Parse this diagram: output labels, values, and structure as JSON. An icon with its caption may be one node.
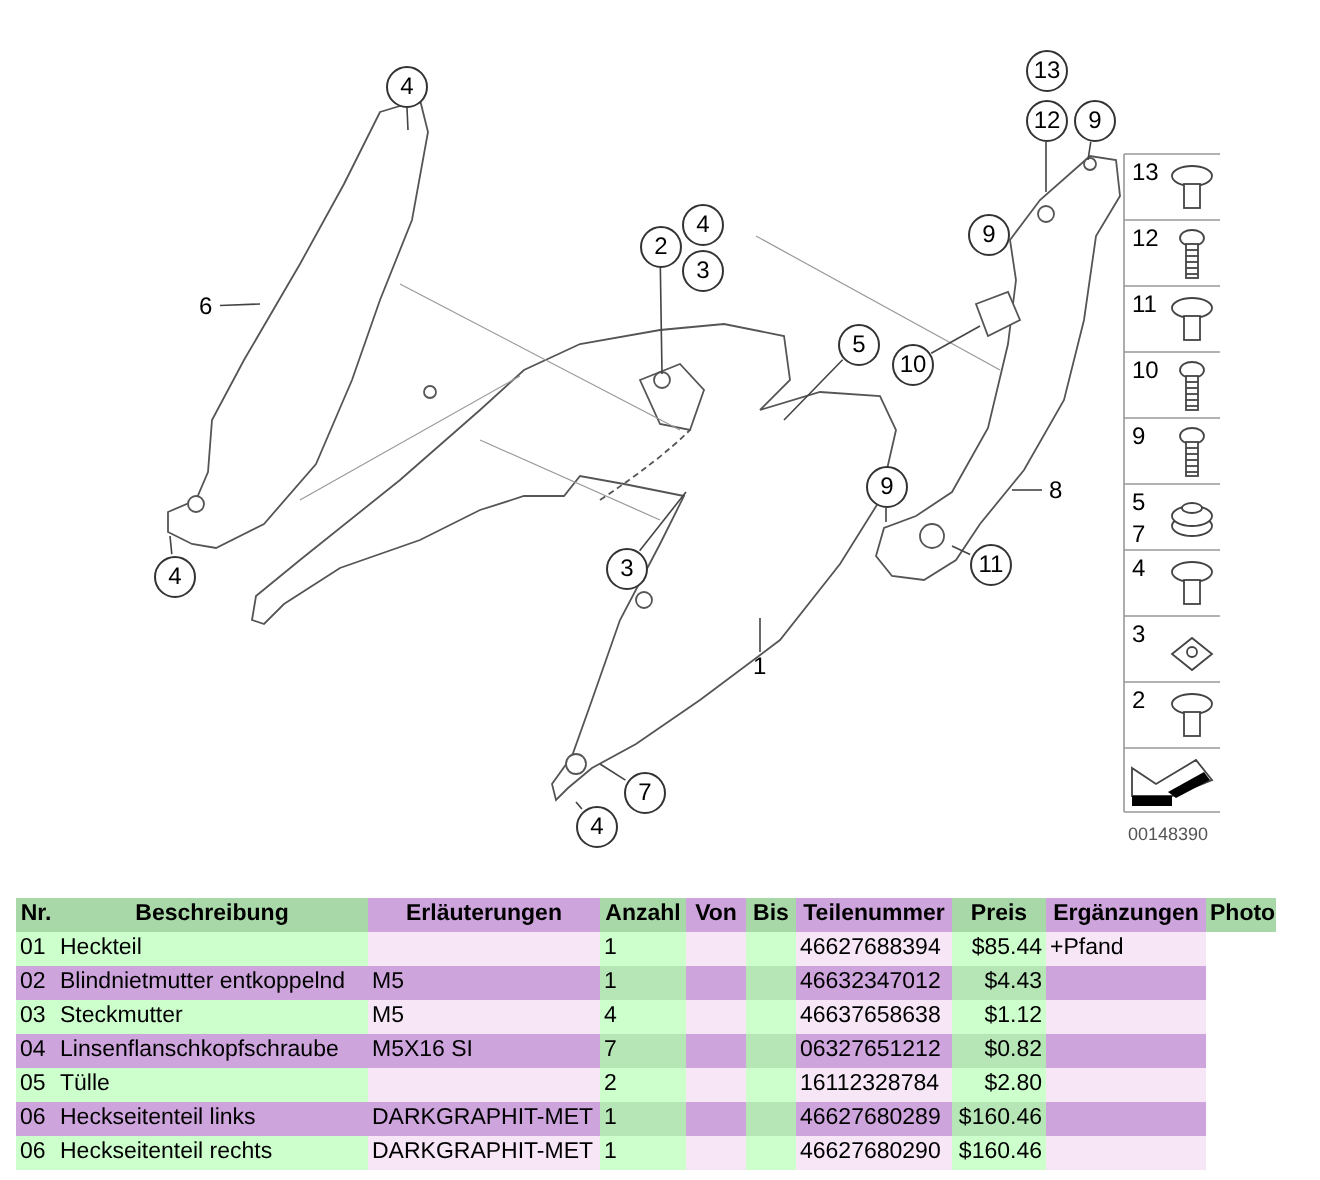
{
  "diagram": {
    "nodes": [
      {
        "text": [
          "4"
        ]
      },
      {
        "text": [
          "13"
        ]
      },
      {
        "text": [
          "12"
        ]
      },
      {
        "text": [
          "9"
        ]
      },
      {
        "text": [
          "4"
        ]
      },
      {
        "text": [
          "2"
        ]
      },
      {
        "text": [
          "3"
        ]
      },
      {
        "text": [
          "9"
        ]
      },
      {
        "text": [
          "6"
        ]
      },
      {
        "text": [
          "5"
        ]
      },
      {
        "text": [
          "10"
        ]
      },
      {
        "text": [
          "9"
        ]
      },
      {
        "text": [
          "8"
        ]
      },
      {
        "text": [
          "3"
        ]
      },
      {
        "text": [
          "4"
        ]
      },
      {
        "text": [
          "11"
        ]
      },
      {
        "text": [
          "1"
        ]
      },
      {
        "text": [
          "7"
        ]
      },
      {
        "text": [
          "4"
        ]
      }
    ],
    "edges": [
      {
        "from": 0,
        "to": null,
        "arrow": "none"
      },
      {
        "from": 2,
        "to": null,
        "arrow": "none"
      },
      {
        "from": 3,
        "to": null,
        "arrow": "none"
      },
      {
        "from": 5,
        "to": null,
        "arrow": "none"
      },
      {
        "from": 8,
        "to": null,
        "arrow": "none"
      },
      {
        "from": 9,
        "to": null,
        "arrow": "none"
      },
      {
        "from": 10,
        "to": null,
        "arrow": "none"
      },
      {
        "from": 11,
        "to": null,
        "arrow": "none"
      },
      {
        "from": 12,
        "to": null,
        "arrow": "none"
      },
      {
        "from": 13,
        "to": null,
        "arrow": "none"
      },
      {
        "from": 14,
        "to": null,
        "arrow": "none"
      },
      {
        "from": 15,
        "to": null,
        "arrow": "none"
      },
      {
        "from": 16,
        "to": null,
        "arrow": "none"
      },
      {
        "from": 17,
        "to": null,
        "arrow": "none"
      },
      {
        "from": 18,
        "to": null,
        "arrow": "none"
      }
    ],
    "labels": [
      "13",
      "12",
      "11",
      "10",
      "9",
      "5",
      "7",
      "4",
      "3",
      "2",
      "00148390",
      "Nr.",
      "Beschreibung",
      "Erläuterungen",
      "Anzahl",
      "Von",
      "Bis",
      "Teilenummer",
      "Preis",
      "Ergänzungen",
      "Photo",
      "01",
      "Heckteil",
      "1",
      "46627688394",
      "$85.44",
      "+Pfand",
      "02",
      "Blindnietmutter entkoppelnd",
      "M5",
      "1",
      "46632347012",
      "$4.43",
      "03",
      "Steckmutter",
      "M5",
      "4",
      "46637658638",
      "$1.12",
      "04",
      "Linsenflanschkopfschraube",
      "M5X16 SI",
      "7",
      "06327651212",
      "$0.82",
      "05",
      "Tülle",
      "2",
      "16112328784",
      "$2.80",
      "06",
      "Heckseitenteil links",
      "DARKGRAPHIT-MET",
      "1",
      "46627680289",
      "$160.46",
      "06",
      "Heckseitenteil rechts",
      "DARKGRAPHIT-MET",
      "1",
      "46627680290",
      "$160.46"
    ]
  }
}
